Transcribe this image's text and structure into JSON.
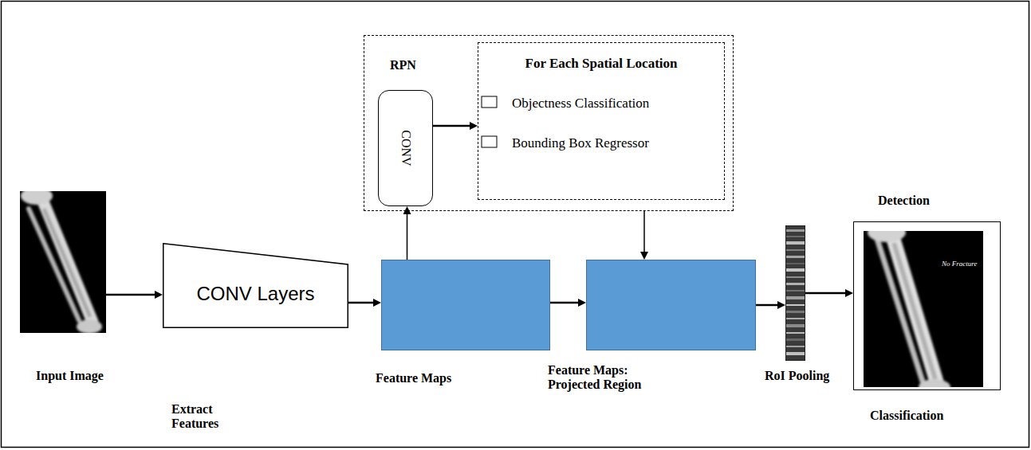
{
  "diagram": {
    "nodes": [
      {
        "text": [
          "Input Image"
        ]
      },
      {
        "text": [
          "CONV Layers"
        ]
      },
      {
        "text": [
          "RPN"
        ]
      },
      {
        "text": [
          "CONV"
        ],
        "in": 2
      },
      {
        "text": [
          "For Each Spatial Location",
          "Objectness Classification",
          "Bounding Box Regressor"
        ],
        "in": 2
      },
      {
        "text": [
          "Feature Maps"
        ]
      },
      {
        "text": [
          "Feature Maps: Projected Region"
        ]
      },
      {
        "text": [
          "RoI Pooling"
        ]
      },
      {
        "text": [
          "Detection",
          "No Fracture",
          "Classification"
        ]
      }
    ],
    "edges": [
      {
        "from": 0,
        "to": 1,
        "arrow": "to"
      },
      {
        "from": 1,
        "to": 5,
        "arrow": "to"
      },
      {
        "from": 5,
        "to": 3,
        "arrow": "to"
      },
      {
        "from": 3,
        "to": 4,
        "arrow": "to"
      },
      {
        "from": 2,
        "to": 6,
        "arrow": "to"
      },
      {
        "from": 5,
        "to": 6,
        "arrow": "to"
      },
      {
        "from": 6,
        "to": 7,
        "arrow": "to"
      },
      {
        "from": 7,
        "to": 8,
        "arrow": "to"
      }
    ],
    "labels": [
      "Extract Features"
    ]
  }
}
